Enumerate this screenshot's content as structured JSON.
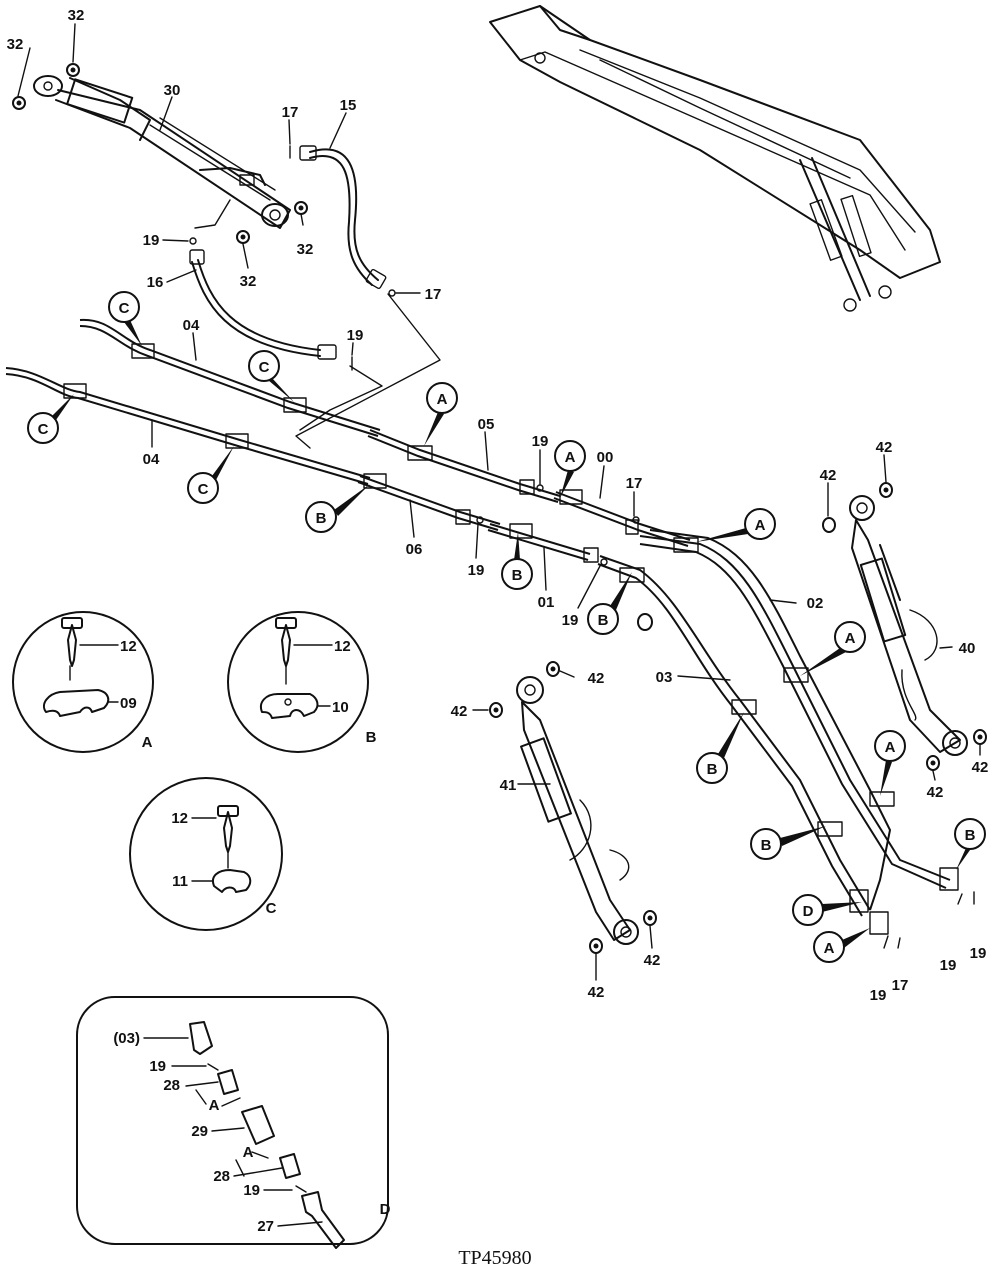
{
  "figure_id": "TP45980",
  "callouts": {
    "c32a": "32",
    "c32b": "32",
    "c32c": "32",
    "c32d": "32",
    "c30": "30",
    "c17a": "17",
    "c15": "15",
    "c19a": "19",
    "c16": "16",
    "c17b": "17",
    "c04a": "04",
    "c19b": "19",
    "c04b": "04",
    "c05": "05",
    "c19c": "19",
    "c00": "00",
    "c17c": "17",
    "c06": "06",
    "c19d": "19",
    "c01": "01",
    "c19e": "19",
    "c02": "02",
    "c42a": "42",
    "c42b": "42",
    "c40": "40",
    "c03": "03",
    "c42c": "42",
    "c42d": "42",
    "c41": "41",
    "c42e": "42",
    "c42f": "42",
    "c42g": "42",
    "c42h": "42",
    "c19f": "19",
    "c19g": "19",
    "c19h": "19",
    "c17d": "17"
  },
  "circle_tags": {
    "t1": "C",
    "t2": "C",
    "t3": "C",
    "t4": "C",
    "t5": "A",
    "t6": "A",
    "t7": "B",
    "t8": "B",
    "t9": "B",
    "t10": "A",
    "t11": "A",
    "t12": "B",
    "t13": "A",
    "t14": "B",
    "t15": "B",
    "t16": "D",
    "t17": "A"
  },
  "detail_a": {
    "bolt": "12",
    "clamp": "09",
    "caption": "A"
  },
  "detail_b": {
    "bolt": "12",
    "clamp": "10",
    "caption": "B"
  },
  "detail_c": {
    "bolt": "12",
    "clamp": "11",
    "caption": "C"
  },
  "detail_d": {
    "pipe_ref": "(03)",
    "seal_top": "19",
    "adapter_top": "28",
    "sub_a_top": "A",
    "fitting": "29",
    "sub_a_bottom": "A",
    "adapter_bottom": "28",
    "seal_bottom": "19",
    "hose": "27",
    "caption": "D"
  }
}
